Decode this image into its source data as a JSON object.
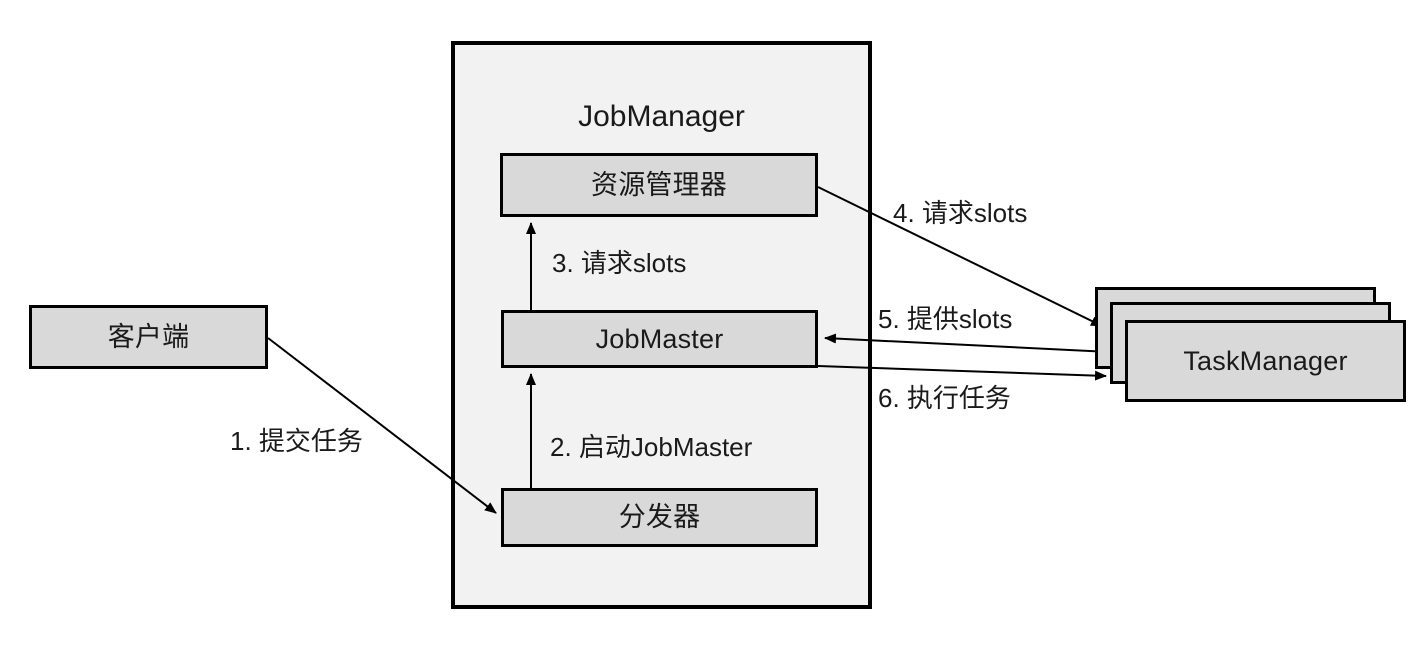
{
  "diagram": {
    "title_hidden": "Flink JobManager / TaskManager job submission flow",
    "background": "#ffffff",
    "node_fill": "#d9d9d9",
    "container_fill": "#f2f2f2",
    "stroke": "#000000",
    "text_color": "#1a1a1a"
  },
  "nodes": {
    "client": {
      "label": "客户端"
    },
    "jobmanager": {
      "label": "JobManager"
    },
    "resource_manager": {
      "label": "资源管理器"
    },
    "jobmaster": {
      "label": "JobMaster"
    },
    "dispatcher": {
      "label": "分发器"
    },
    "taskmanager": {
      "label": "TaskManager"
    }
  },
  "edges": [
    {
      "id": 1,
      "label": "1. 提交任务",
      "from": "client",
      "to": "dispatcher"
    },
    {
      "id": 2,
      "label": "2. 启动JobMaster",
      "from": "dispatcher",
      "to": "jobmaster"
    },
    {
      "id": 3,
      "label": "3. 请求slots",
      "from": "jobmaster",
      "to": "resource_manager"
    },
    {
      "id": 4,
      "label": "4. 请求slots",
      "from": "resource_manager",
      "to": "taskmanager"
    },
    {
      "id": 5,
      "label": "5. 提供slots",
      "from": "taskmanager",
      "to": "jobmaster"
    },
    {
      "id": 6,
      "label": "6. 执行任务",
      "from": "jobmaster",
      "to": "taskmanager"
    }
  ]
}
